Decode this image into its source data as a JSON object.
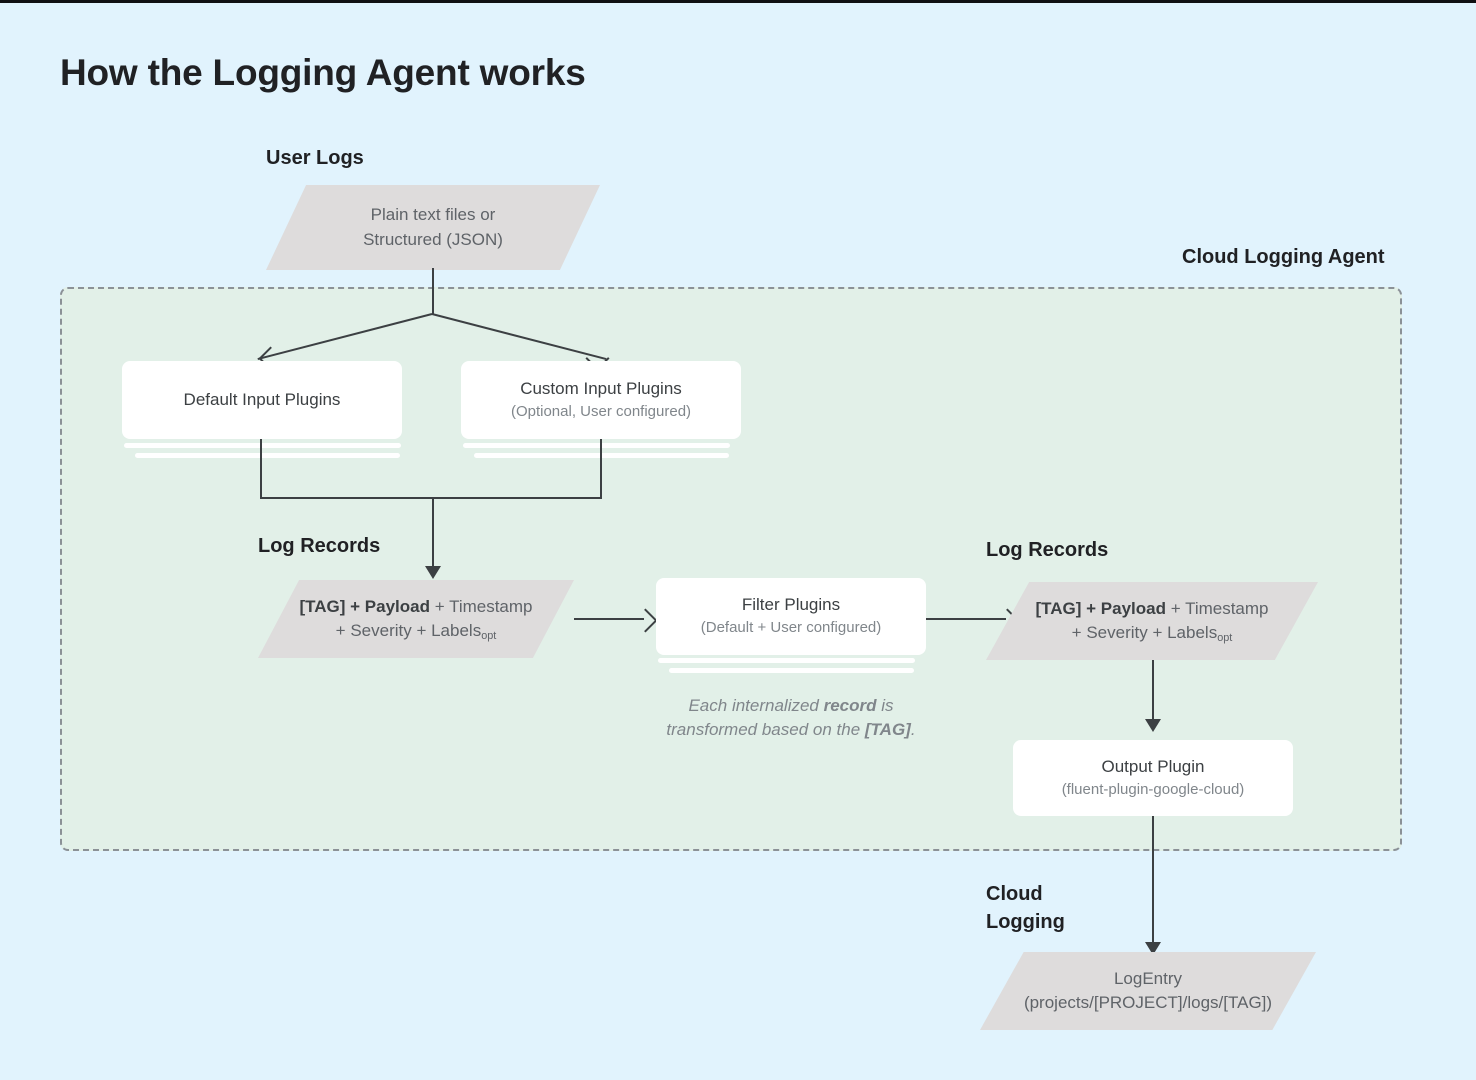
{
  "page": {
    "title": "How the Logging Agent works",
    "bg_color": "#e1f3fd",
    "agent_bg_color": "#e2f0e8",
    "node_fill_color": "#dedcdc"
  },
  "labels": {
    "user_logs": "User Logs",
    "cloud_logging_agent": "Cloud Logging Agent",
    "log_records_left": "Log Records",
    "log_records_right": "Log Records",
    "cloud_logging_line1": "Cloud",
    "cloud_logging_line2": "Logging"
  },
  "nodes": {
    "user_logs_source": {
      "line1": "Plain text files or",
      "line2": "Structured (JSON)"
    },
    "default_input_plugins": {
      "title": "Default Input Plugins",
      "subtitle": ""
    },
    "custom_input_plugins": {
      "title": "Custom Input Plugins",
      "subtitle": "(Optional, User configured)"
    },
    "log_record_left": {
      "bold1": "[TAG] + Payload",
      "rest1": " + Timestamp",
      "line2_pre": "+ Severity + Labels",
      "line2_sub": "opt"
    },
    "filter_plugins": {
      "title": "Filter Plugins",
      "subtitle": "(Default + User configured)"
    },
    "log_record_right": {
      "bold1": "[TAG] + Payload",
      "rest1": " + Timestamp",
      "line2_pre": "+ Severity + Labels",
      "line2_sub": "opt"
    },
    "output_plugin": {
      "title": "Output Plugin",
      "subtitle": "(fluent-plugin-google-cloud)"
    },
    "log_entry": {
      "title": "LogEntry",
      "subtitle": "(projects/[PROJECT]/logs/[TAG])"
    }
  },
  "note": {
    "line1_pre": "Each internalized ",
    "line1_bold": "record",
    "line1_post": " is",
    "line2_pre": "transformed based on the ",
    "line2_bold": "[TAG]",
    "line2_post": "."
  }
}
